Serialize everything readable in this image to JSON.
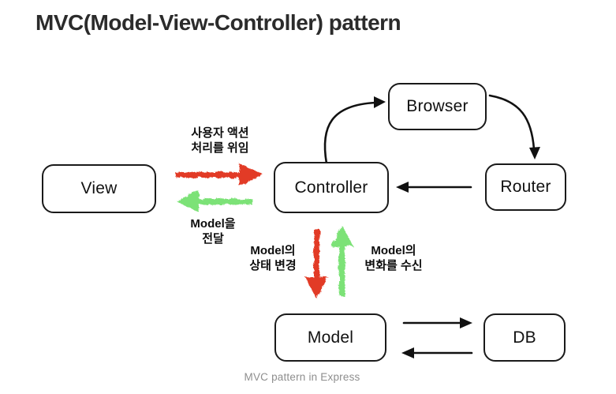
{
  "title": "MVC(Model-View-Controller) pattern",
  "caption": "MVC pattern in Express",
  "colors": {
    "red": "#e23b25",
    "green": "#7ce277",
    "black": "#111111",
    "title_text": "#2b2b2b",
    "caption_text": "#8e8e8e"
  },
  "nodes": {
    "view": {
      "label": "View"
    },
    "controller": {
      "label": "Controller"
    },
    "browser": {
      "label": "Browser"
    },
    "router": {
      "label": "Router"
    },
    "model": {
      "label": "Model"
    },
    "db": {
      "label": "DB"
    }
  },
  "edge_labels": {
    "delegate": {
      "line1": "사용자 액션",
      "line2": "처리를 위임"
    },
    "pass_model": {
      "line1": "Model을",
      "line2": "전달"
    },
    "change_state": {
      "line1": "Model의",
      "line2": "상태 변경"
    },
    "receive_changes": {
      "line1": "Model의",
      "line2": "변화를 수신"
    }
  },
  "edges": [
    {
      "from": "view",
      "to": "controller",
      "style": "crayon",
      "color": "red",
      "label": "사용자 액션 처리를 위임"
    },
    {
      "from": "controller",
      "to": "view",
      "style": "crayon",
      "color": "green",
      "label": "Model을 전달"
    },
    {
      "from": "controller",
      "to": "model",
      "style": "crayon",
      "color": "red",
      "label": "Model의 상태 변경"
    },
    {
      "from": "model",
      "to": "controller",
      "style": "crayon",
      "color": "green",
      "label": "Model의 변화를 수신"
    },
    {
      "from": "controller",
      "to": "browser",
      "style": "curved-line",
      "color": "black",
      "label": ""
    },
    {
      "from": "browser",
      "to": "router",
      "style": "curved-line",
      "color": "black",
      "label": ""
    },
    {
      "from": "router",
      "to": "controller",
      "style": "line",
      "color": "black",
      "label": ""
    },
    {
      "from": "model",
      "to": "db",
      "style": "line",
      "color": "black",
      "label": ""
    },
    {
      "from": "db",
      "to": "model",
      "style": "line",
      "color": "black",
      "label": ""
    }
  ]
}
